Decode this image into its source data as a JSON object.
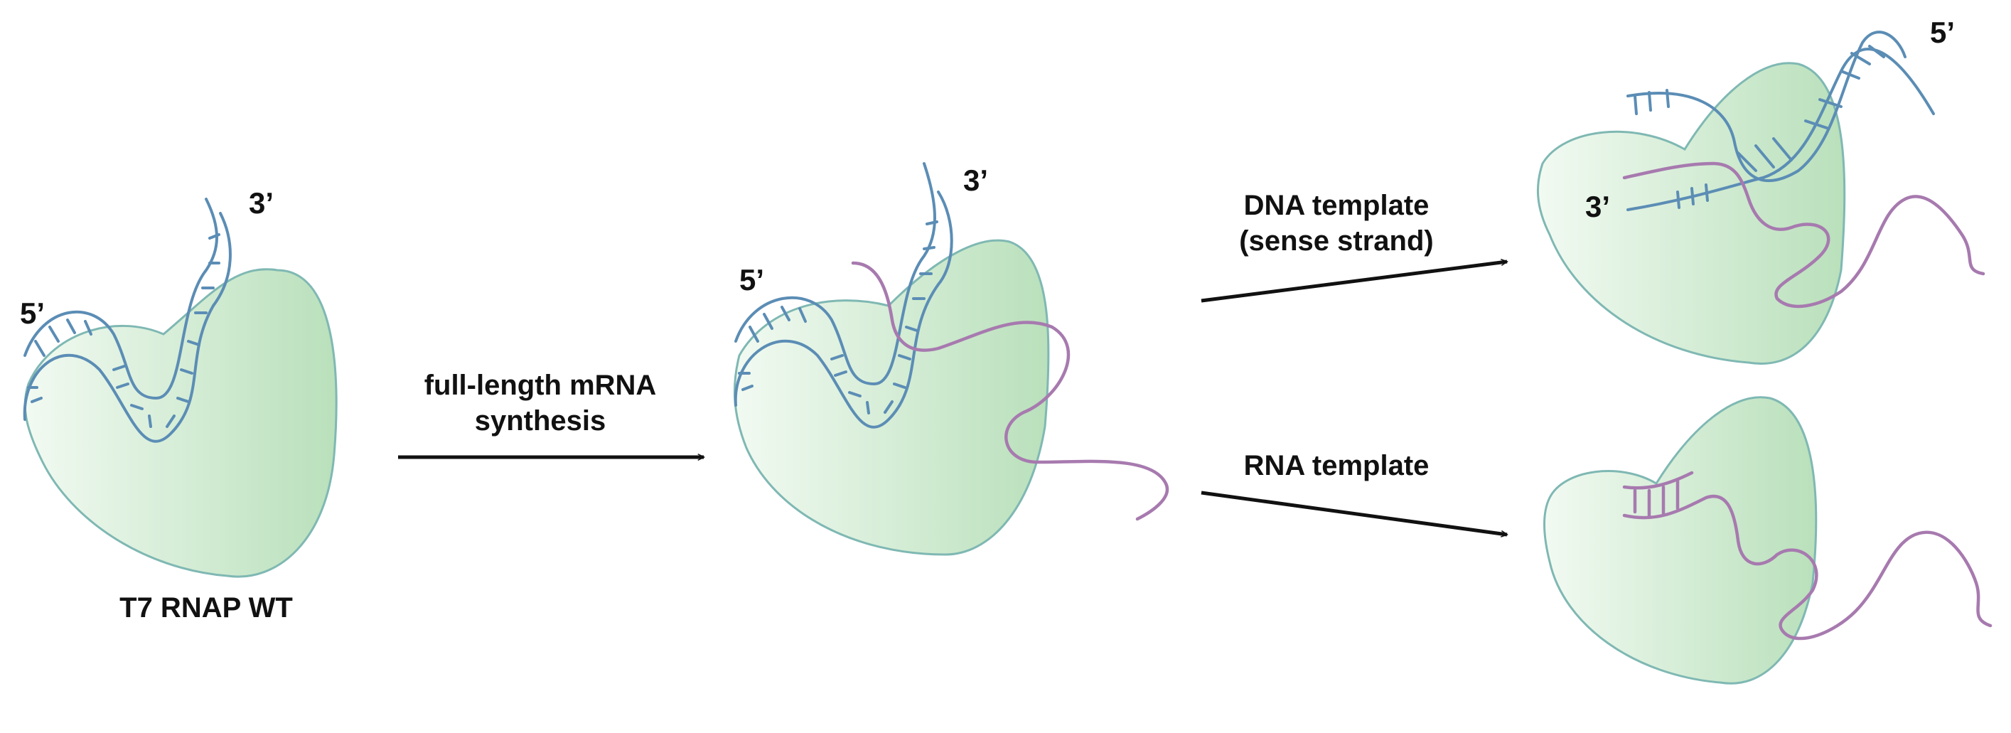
{
  "colors": {
    "protein_fill_light": "#f2faf2",
    "protein_fill_dark": "#b9e0bb",
    "protein_outline": "#7fb8b3",
    "dna_strand": "#5b8db5",
    "rna_strand": "#a77aaf",
    "arrow": "#111111",
    "text": "#111111"
  },
  "labels": {
    "enzyme": "T7 RNAP WT",
    "step1_line1": "full-length mRNA",
    "step1_line2": "synthesis",
    "dna_template_line1": "DNA template",
    "dna_template_line2": "(sense strand)",
    "rna_template": "RNA template"
  },
  "ends": {
    "five_prime": "5’",
    "three_prime": "3’"
  }
}
